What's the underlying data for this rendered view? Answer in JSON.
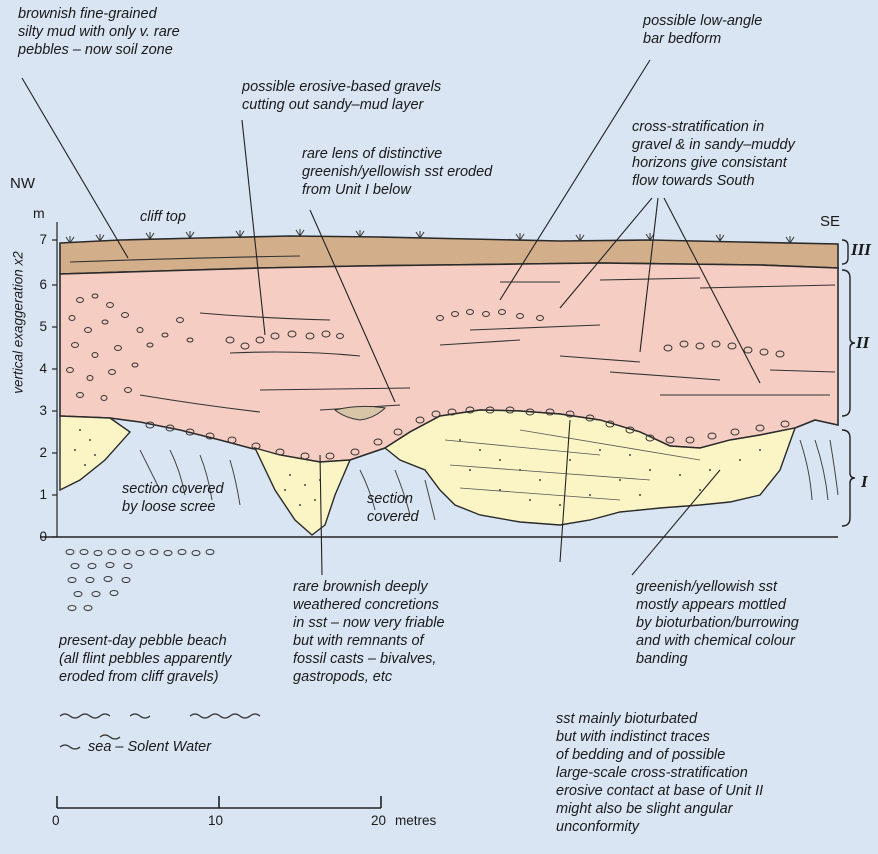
{
  "annotations": {
    "soil_zone": "brownish fine-grained\nsilty mud with only v. rare\npebbles – now soil zone",
    "erosive_gravels": "possible erosive-based gravels\ncutting out sandy–mud layer",
    "rare_lens": "rare lens of distinctive\ngreenish/yellowish sst eroded\nfrom Unit I below",
    "low_angle_bar": "possible low-angle\nbar bedform",
    "cross_strat": "cross-stratification in\ngravel & in sandy–muddy\nhorizons give consistant\nflow towards South",
    "loose_scree": "section covered\nby loose scree",
    "section_covered": "section\ncovered",
    "concretions": "rare brownish deeply\nweathered concretions\nin sst – now very friable\nbut with remnants of\nfossil casts – bivalves,\ngastropods, etc",
    "greenish_sst": "greenish/yellowish sst\nmostly appears mottled\nby bioturbation/burrowing\nand with chemical colour\nbanding",
    "pebble_beach": "present-day pebble beach\n(all flint pebbles apparently\neroded from cliff gravels)",
    "sst_bioturbated": "sst mainly bioturbated\nbut with indistinct traces\nof bedding and of possible\nlarge-scale cross-stratification\nerosive contact at base of Unit II\nmight also be slight angular\nunconformity",
    "sea": "sea  –  Solent Water",
    "cliff_top": "cliff top"
  },
  "labels": {
    "nw": "NW",
    "se": "SE",
    "m": "m",
    "y_axis": "vertical exaggeration x2",
    "unit_iii": "III",
    "unit_ii": "II",
    "unit_i": "I"
  },
  "y_ticks": [
    "7",
    "6",
    "5",
    "4",
    "3",
    "2",
    "1",
    "0"
  ],
  "scale_bar": {
    "ticks": [
      "0",
      "10",
      "20"
    ],
    "unit": "metres"
  },
  "colors": {
    "background": "#d9e5f2",
    "soil_zone": "#d2ae8a",
    "unit_ii": "#f6cdc2",
    "unit_i": "#fbf5c6"
  }
}
